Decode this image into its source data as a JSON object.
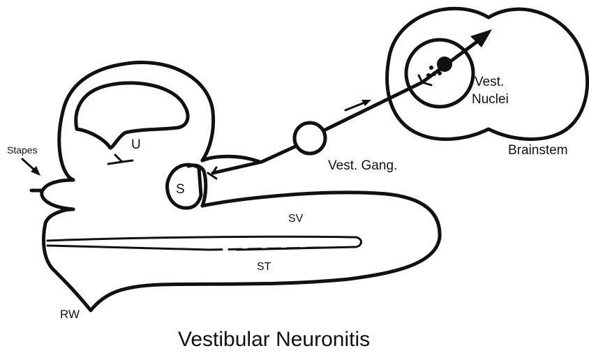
{
  "diagram": {
    "title": "Vestibular Neuronitis",
    "labels": {
      "stapes": "Stapes",
      "utricle": "U",
      "saccule": "S",
      "scala_vestibuli": "SV",
      "scala_tympani": "ST",
      "round_window": "RW",
      "vest_ganglion": "Vest. Gang.",
      "vest_nuclei_line1": "Vest.",
      "vest_nuclei_line2": "Nuclei",
      "brainstem": "Brainstem"
    },
    "colors": {
      "ink": "#111111",
      "background": "#ffffff"
    }
  }
}
